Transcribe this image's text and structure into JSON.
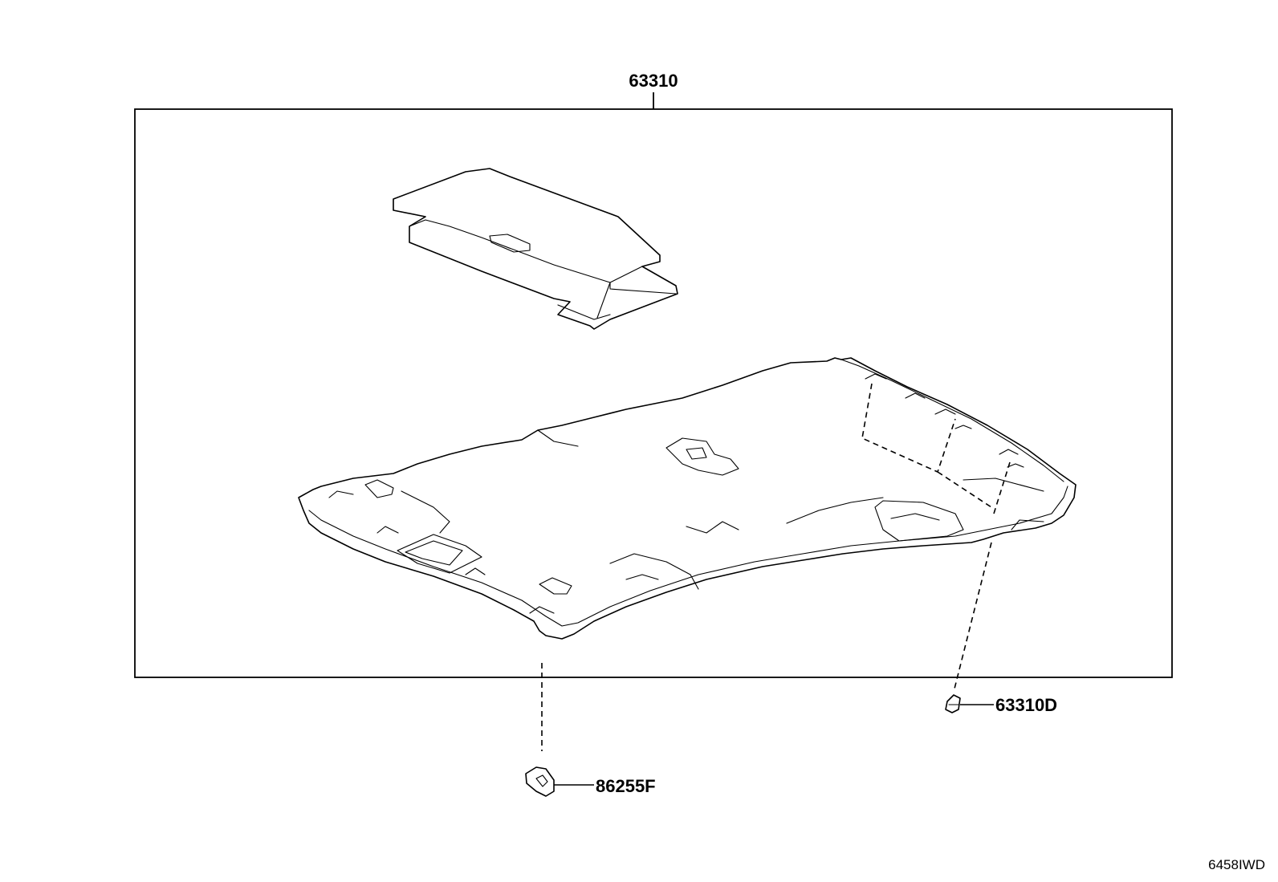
{
  "diagram": {
    "labels": {
      "assembly": "63310",
      "clip": "63310D",
      "lamp_bracket": "86255F",
      "figure_ref": "6458IWD"
    }
  }
}
